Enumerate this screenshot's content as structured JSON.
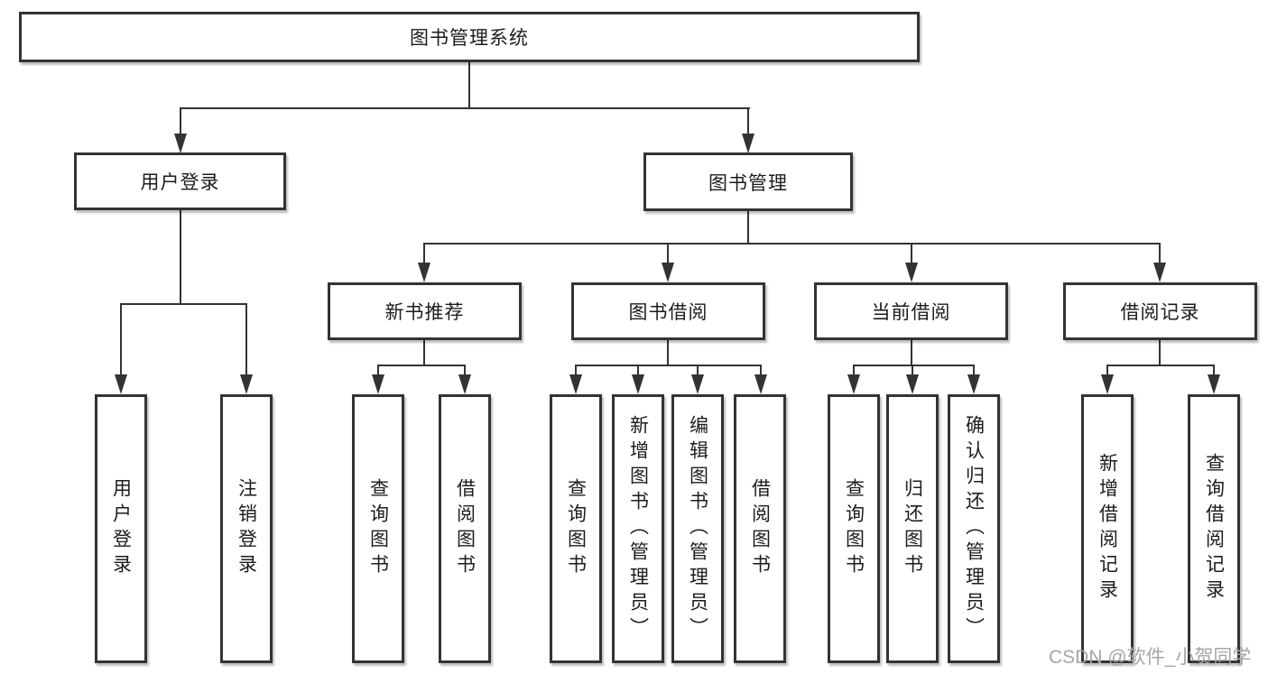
{
  "diagram": {
    "type": "hierarchy-tree",
    "root": {
      "label": "图书管理系统"
    },
    "level2": [
      {
        "id": "user-login-group",
        "label": "用户登录",
        "parent": "图书管理系统"
      },
      {
        "id": "book-management",
        "label": "图书管理",
        "parent": "图书管理系统"
      }
    ],
    "level3": [
      {
        "id": "new-book-recommend",
        "label": "新书推荐",
        "parent": "图书管理"
      },
      {
        "id": "book-borrowing",
        "label": "图书借阅",
        "parent": "图书管理"
      },
      {
        "id": "current-borrowing",
        "label": "当前借阅",
        "parent": "图书管理"
      },
      {
        "id": "borrowing-records",
        "label": "借阅记录",
        "parent": "图书管理"
      }
    ],
    "leaves": [
      {
        "label": "用户登录",
        "parent": "用户登录"
      },
      {
        "label": "注销登录",
        "parent": "用户登录"
      },
      {
        "label": "查询图书",
        "parent": "新书推荐"
      },
      {
        "label": "借阅图书",
        "parent": "新书推荐"
      },
      {
        "label": "查询图书",
        "parent": "图书借阅"
      },
      {
        "label": "新增图书（管理员）",
        "parent": "图书借阅"
      },
      {
        "label": "编辑图书（管理员）",
        "parent": "图书借阅"
      },
      {
        "label": "借阅图书",
        "parent": "图书借阅"
      },
      {
        "label": "查询图书",
        "parent": "当前借阅"
      },
      {
        "label": "归还图书",
        "parent": "当前借阅"
      },
      {
        "label": "确认归还（管理员）",
        "parent": "当前借阅"
      },
      {
        "label": "新增借阅记录",
        "parent": "借阅记录"
      },
      {
        "label": "查询借阅记录",
        "parent": "借阅记录"
      }
    ]
  },
  "watermark": {
    "text": "CSDN @软件_小贺同学"
  },
  "colors": {
    "line": "#333333",
    "box-border": "#333333",
    "box-fill": "#ffffff",
    "text": "#1c1c1c",
    "watermark": "#a6a6a6",
    "bg": "#ffffff"
  }
}
